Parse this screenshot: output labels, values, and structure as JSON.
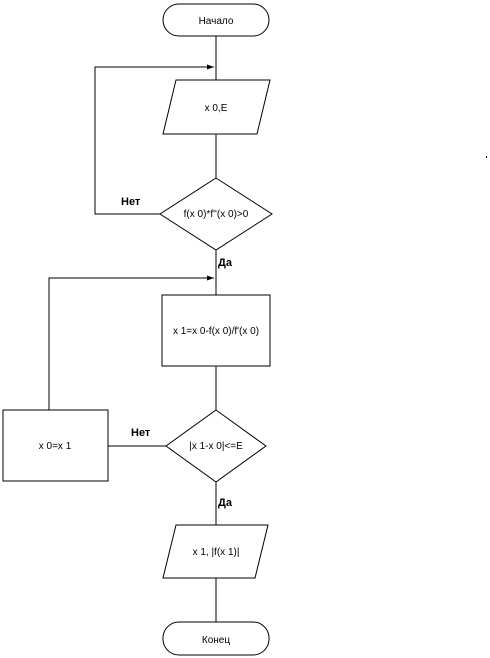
{
  "flowchart": {
    "start": "Начало",
    "input": "x 0,E",
    "condition1": "f(x 0)*f''(x 0)>0",
    "condition1_no": "Нет",
    "condition1_yes": "Да",
    "compute": "x 1=x 0-f(x 0)/f'(x 0)",
    "condition2": "|x 1-x 0|<=E",
    "condition2_no": "Нет",
    "condition2_yes": "Да",
    "assign": "x 0=x 1",
    "output": "x 1, |f(x 1)|",
    "end": "Конец"
  },
  "colors": {
    "stroke": "#000000",
    "fill": "#ffffff",
    "text": "#000000"
  }
}
